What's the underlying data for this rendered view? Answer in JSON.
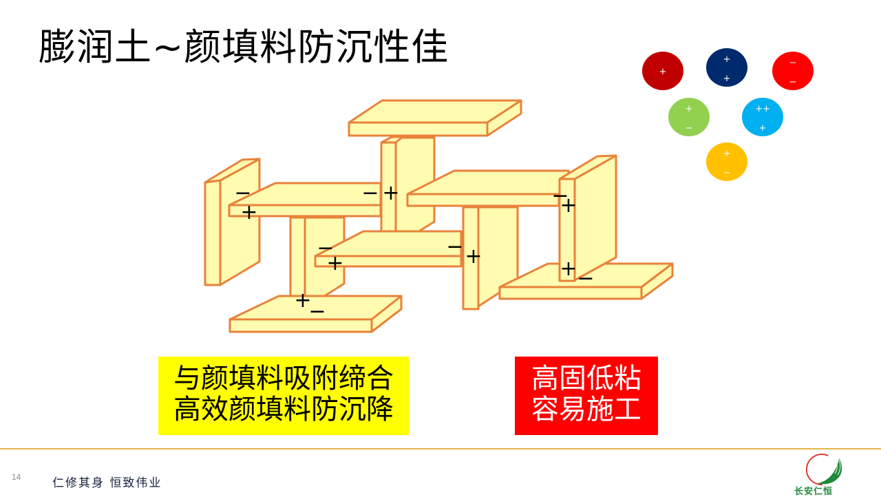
{
  "slide": {
    "title": "膨润土~颜填料防沉性佳",
    "page_number": "14",
    "motto": "仁修其身 恒致伟业",
    "logo_text": "长安仁恒"
  },
  "diagram": {
    "description": "Bentonite platelets card-house structure with edge/face charges",
    "colors": {
      "plate_fill": "#fffbb0",
      "plate_stroke": "#e8823a",
      "charge": "#000000"
    },
    "charges": [
      {
        "label": "plate-left-edge",
        "signs": [
          "−",
          "+"
        ]
      },
      {
        "label": "plate-top-center",
        "signs": [
          "−",
          "+"
        ]
      },
      {
        "label": "plate-middle",
        "signs": [
          "−",
          "+"
        ]
      },
      {
        "label": "plate-right-center",
        "signs": [
          "−",
          "+"
        ]
      },
      {
        "label": "plate-right-upper",
        "signs": [
          "−",
          "+"
        ]
      },
      {
        "label": "plate-right-lower",
        "signs": [
          "+",
          "−"
        ]
      },
      {
        "label": "plate-bottom-left",
        "signs": [
          "+",
          "−"
        ]
      }
    ]
  },
  "legend_circles": [
    {
      "color": "#c00000",
      "top": "+",
      "bottom": ""
    },
    {
      "color": "#002a6e",
      "top": "+",
      "bottom": "+"
    },
    {
      "color": "#ff0000",
      "top": "−",
      "bottom": "−"
    },
    {
      "color": "#92d050",
      "top": "+",
      "bottom": "−"
    },
    {
      "color": "#00b0f0",
      "top": "++",
      "bottom": "+"
    },
    {
      "color": "#ffc000",
      "top": "+",
      "bottom": "−"
    }
  ],
  "callouts": {
    "yellow": {
      "line1": "与颜填料吸附缔合",
      "line2": "高效颜填料防沉降",
      "bg": "#ffff00"
    },
    "red": {
      "line1": "高固低粘",
      "line2": "容易施工",
      "bg": "#ff0000"
    }
  }
}
